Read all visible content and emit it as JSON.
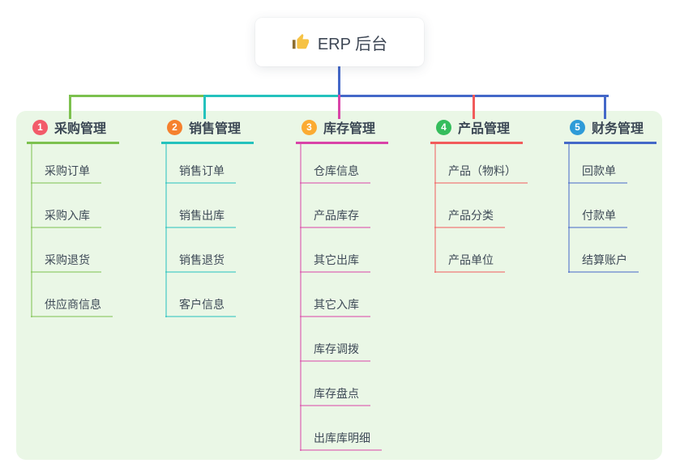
{
  "root": {
    "label": "ERP 后台",
    "icon": "thumbs-up-icon",
    "icon_color": "#f6c244"
  },
  "panel": {
    "background": "#eaf7e6"
  },
  "connector": {
    "root_stem_color": "#4468c8"
  },
  "branches": [
    {
      "badge": "1",
      "badge_color": "#f25b69",
      "line_color": "#7cc14e",
      "label": "采购管理",
      "children": [
        "采购订单",
        "采购入库",
        "采购退货",
        "供应商信息"
      ]
    },
    {
      "badge": "2",
      "badge_color": "#f5812e",
      "line_color": "#24c2bd",
      "label": "销售管理",
      "children": [
        "销售订单",
        "销售出库",
        "销售退货",
        "客户信息"
      ]
    },
    {
      "badge": "3",
      "badge_color": "#fbab32",
      "line_color": "#d944a8",
      "label": "库存管理",
      "children": [
        "仓库信息",
        "产品库存",
        "其它出库",
        "其它入库",
        "库存调拨",
        "库存盘点",
        "出库库明细"
      ]
    },
    {
      "badge": "4",
      "badge_color": "#35bd5c",
      "line_color": "#f15b5b",
      "label": "产品管理",
      "children": [
        "产品（物料）",
        "产品分类",
        "产品单位"
      ]
    },
    {
      "badge": "5",
      "badge_color": "#2e9bd8",
      "line_color": "#4468c8",
      "label": "财务管理",
      "children": [
        "回款单",
        "付款单",
        "结算账户"
      ]
    }
  ]
}
